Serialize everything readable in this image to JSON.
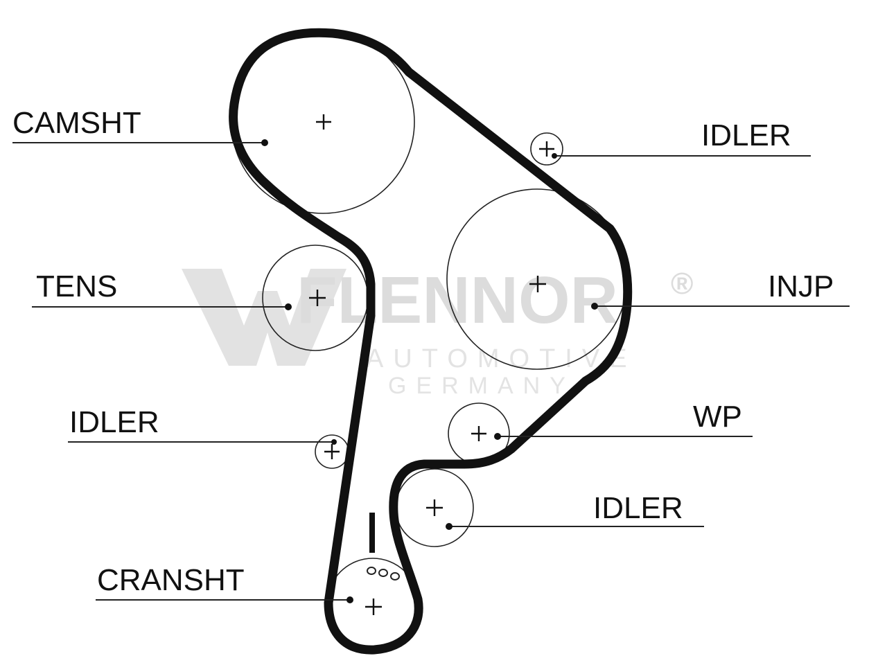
{
  "watermark": {
    "brand": "FLENNOR",
    "registered": "®",
    "line1": "AUTOMOTIVE",
    "line2": "GERMANY"
  },
  "labels": {
    "camshaft": "CAMSHT",
    "idler_top": "IDLER",
    "tensioner": "TENS",
    "injection_pump": "INJP",
    "idler_left": "IDLER",
    "water_pump": "WP",
    "idler_bottom": "IDLER",
    "crankshaft": "CRANSHT"
  },
  "colors": {
    "belt": "#111111",
    "line": "#222222",
    "watermark": "#dcdcdc"
  }
}
